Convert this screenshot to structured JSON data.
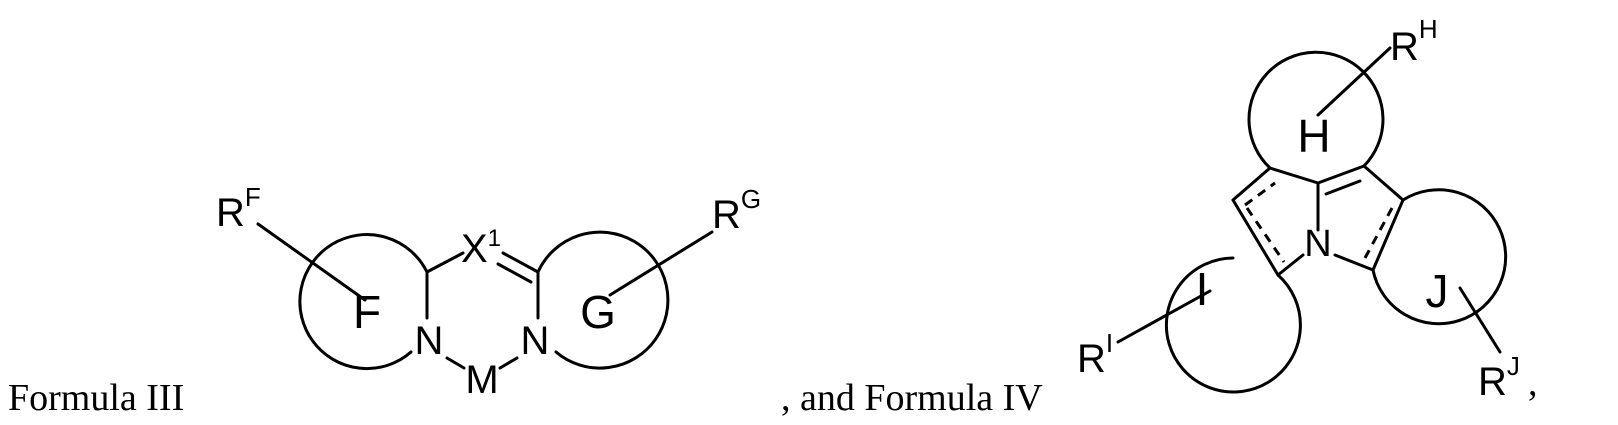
{
  "formula3": {
    "label": "Formula III",
    "ring_f": "F",
    "ring_g": "G",
    "sub_rf_base": "R",
    "sub_rf_sup": "F",
    "sub_rg_base": "R",
    "sub_rg_sup": "G",
    "bridge_base": "X",
    "bridge_sup": "1",
    "n_left": "N",
    "n_right": "N",
    "metal": "M"
  },
  "formula4": {
    "label": ", and Formula IV",
    "ring_h": "H",
    "ring_i": "I",
    "ring_j": "J",
    "central_n": "N",
    "sub_rh_base": "R",
    "sub_rh_sup": "H",
    "sub_ri_base": "R",
    "sub_ri_sup": "I",
    "sub_rj_base": "R",
    "sub_rj_sup": "J",
    "trailing": ","
  }
}
